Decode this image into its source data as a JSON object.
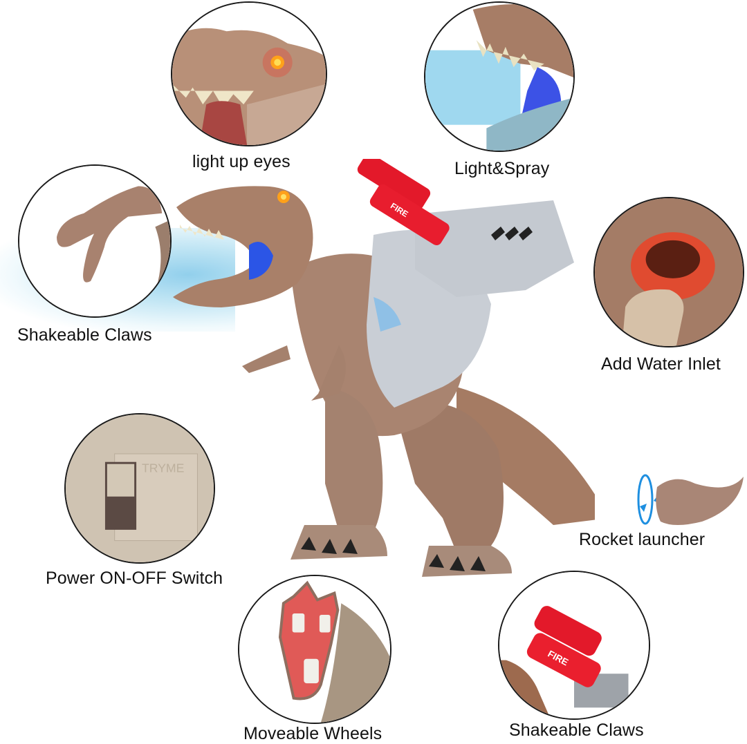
{
  "product": "Walking T-Rex dinosaur toy with rocket launcher backpack",
  "colors": {
    "background": "#ffffff",
    "circle_border": "#1a1a1a",
    "label_text": "#111111",
    "dino_skin": "#a77f68",
    "dino_light": "#c9a993",
    "backpack": "#c7ccd3",
    "backpack_accent": "#8fc0e6",
    "rocket_red": "#e5192a",
    "eye_glow": "#ff9a1a",
    "mouth_blue": "#2b55e6",
    "water_inlet": "#e0492f",
    "wheel_base": "#e25a55",
    "mist_blue": "#8fd0ec"
  },
  "features": [
    {
      "id": "eyes",
      "label": "light up eyes"
    },
    {
      "id": "spray",
      "label": "Light&Spray"
    },
    {
      "id": "claws_left",
      "label": "Shakeable Claws"
    },
    {
      "id": "water",
      "label": "Add Water Inlet"
    },
    {
      "id": "switch",
      "label": "Power ON-OFF Switch"
    },
    {
      "id": "rocket",
      "label": "Rocket launcher"
    },
    {
      "id": "wheels",
      "label": "Moveable Wheels"
    },
    {
      "id": "claws_bottom",
      "label": "Shakeable Claws"
    }
  ],
  "decals": {
    "rocket_text": "FIRE",
    "switch_text": "TRYME"
  }
}
